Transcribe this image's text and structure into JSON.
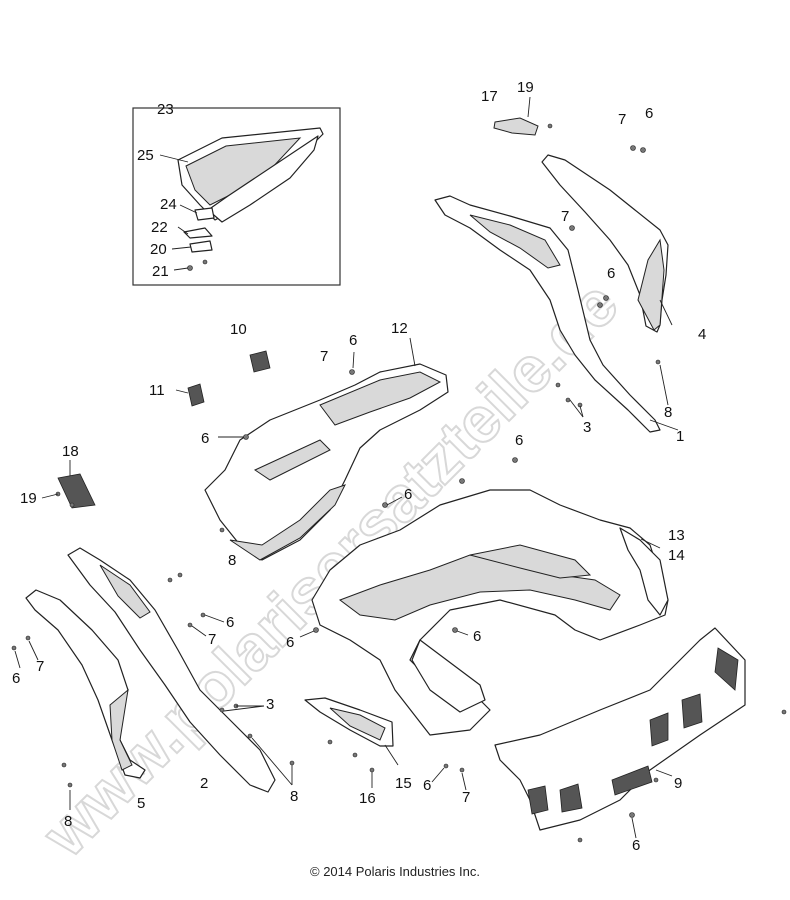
{
  "watermark": "www.polarisersatzteile.de",
  "copyright": "© 2014 Polaris Industries Inc.",
  "callouts": {
    "c23": "23",
    "c25": "25",
    "c24": "24",
    "c22": "22",
    "c20": "20",
    "c21": "21",
    "c17": "17",
    "c19a": "19",
    "c7a": "7",
    "c6a": "6",
    "c7b": "7",
    "c6b": "6",
    "c4": "4",
    "c8a": "8",
    "c3a": "3",
    "c1": "1",
    "c10": "10",
    "c7c": "7",
    "c6c": "6",
    "c12": "12",
    "c11": "11",
    "c6d": "6",
    "c6e": "6",
    "c6f": "6",
    "c8b": "8",
    "c18": "18",
    "c19b": "19",
    "c13": "13",
    "c14": "14",
    "c6g": "6",
    "c7d": "7",
    "c6h": "6",
    "c6i": "6",
    "c6j": "6",
    "c7e": "7",
    "c3b": "3",
    "c2": "2",
    "c8c": "8",
    "c5": "5",
    "c8d": "8",
    "c15": "15",
    "c16": "16",
    "c6k": "6",
    "c7f": "7",
    "c9": "9",
    "c6l": "6"
  }
}
